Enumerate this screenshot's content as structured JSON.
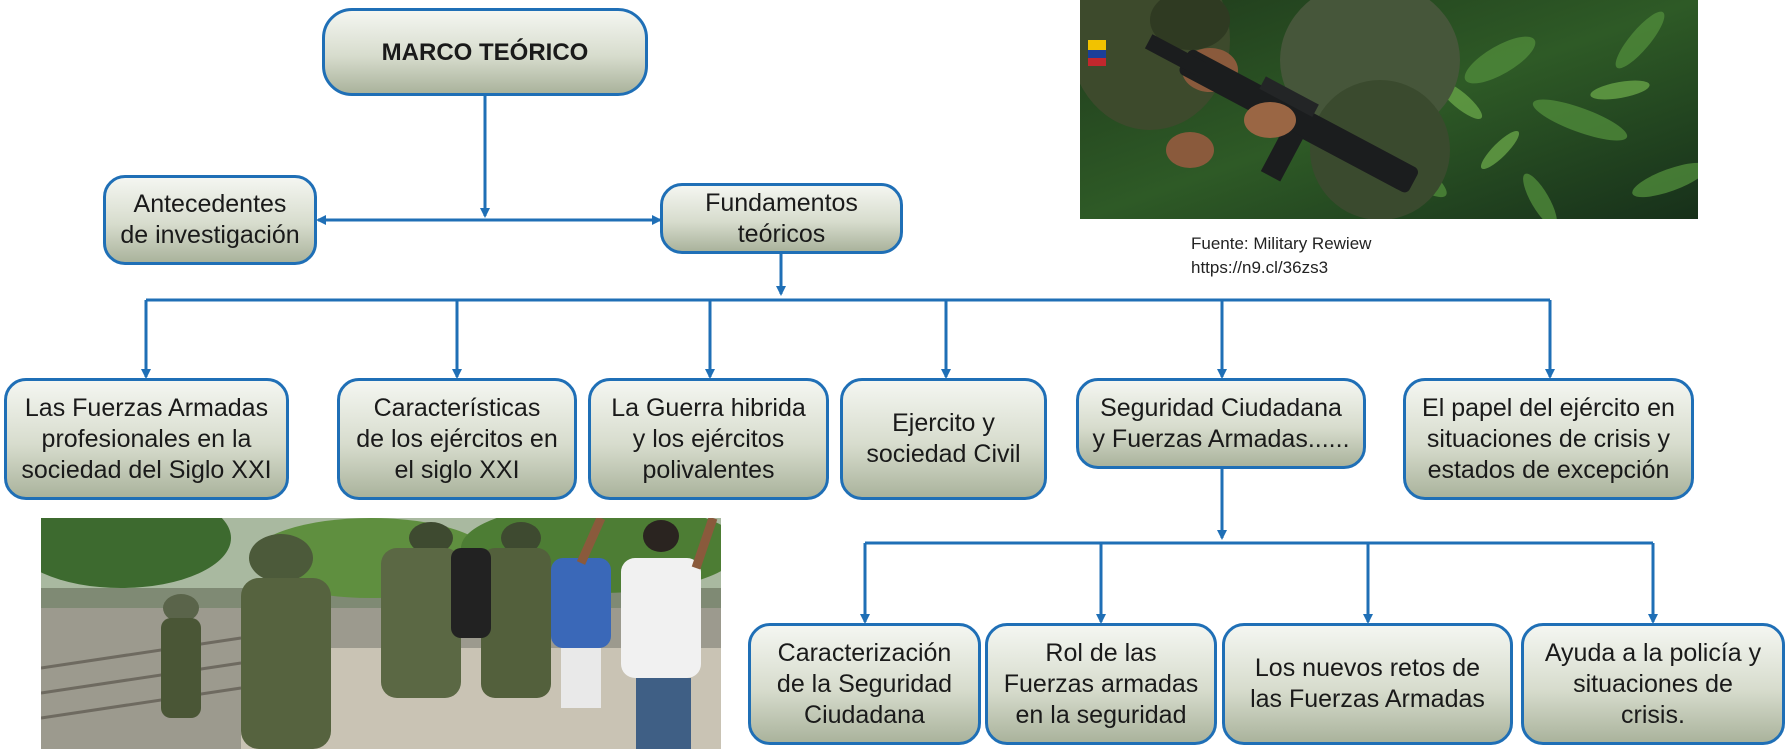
{
  "title": "MARCO TEÓRICO",
  "level1": {
    "antecedentes": "Antecedentes\nde investigación",
    "fundamentos": "Fundamentos\nteóricos"
  },
  "topics": [
    "Las Fuerzas Armadas\nprofesionales en la\nsociedad del Siglo XXI",
    "Características\nde los ejércitos en\nel siglo XXI",
    "La Guerra hibrida\ny los ejércitos\npolivalentes",
    "Ejercito y\nsociedad Civil",
    "Seguridad Ciudadana\ny Fuerzas Armadas......",
    "El papel del ejército en\nsituaciones de crisis y\nestados de excepción"
  ],
  "subtopics": [
    "Caracterización\nde la Seguridad\nCiudadana",
    "Rol de las\nFuerzas armadas\nen la seguridad",
    "Los nuevos retos de\nlas Fuerzas Armadas",
    "Ayuda a la policía y\nsituaciones de\ncrisis."
  ],
  "caption": {
    "line1": "Fuente: Military Rewiew",
    "line2": "https://n9.cl/36zs3"
  },
  "colors": {
    "connector": "#1f6fb6",
    "border": "#1f6fb6"
  }
}
